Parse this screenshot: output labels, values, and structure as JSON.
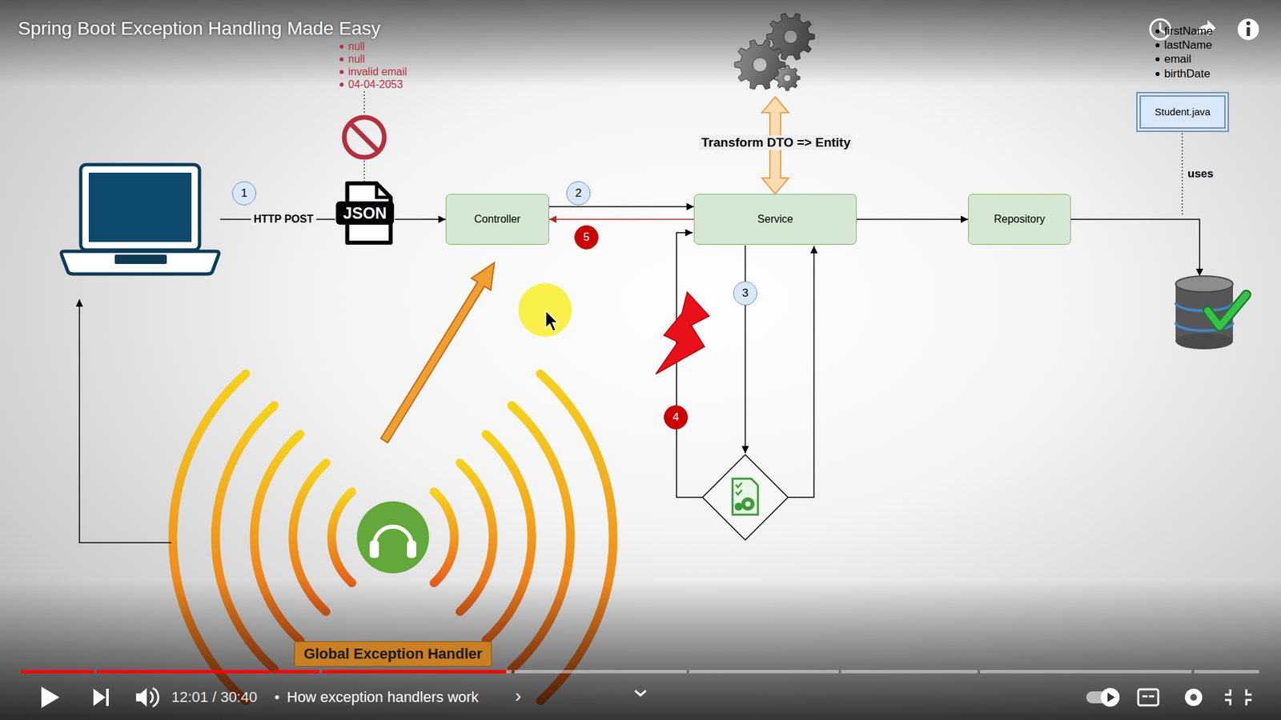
{
  "diagram": {
    "title": "Spring Boot Exception Handling Made Easy",
    "nodes": [
      {
        "text": [
          "JSON"
        ]
      },
      {
        "text": [
          "Controller"
        ]
      },
      {
        "text": [
          "Service"
        ]
      },
      {
        "text": [
          "Repository"
        ]
      },
      {
        "text": [
          "Student.java"
        ]
      },
      {
        "text": [
          "Global Exception Handler"
        ]
      }
    ],
    "edges": [
      {
        "from": 0,
        "to": 1,
        "arrow": "to"
      },
      {
        "from": 1,
        "to": 2,
        "arrow": "to"
      },
      {
        "from": 2,
        "to": 1,
        "arrow": "to"
      },
      {
        "from": 2,
        "to": 3,
        "arrow": "to"
      }
    ],
    "labels": [
      "null",
      "null",
      "invalid email",
      "04-04-2053",
      "firstName",
      "lastName",
      "email",
      "birthDate",
      "uses",
      "Transform DTO => Entity",
      "HTTP POST",
      "1",
      "2",
      "3",
      "4",
      "5",
      "12:01 / 30:40",
      "•",
      "How exception handlers work",
      "›"
    ]
  }
}
